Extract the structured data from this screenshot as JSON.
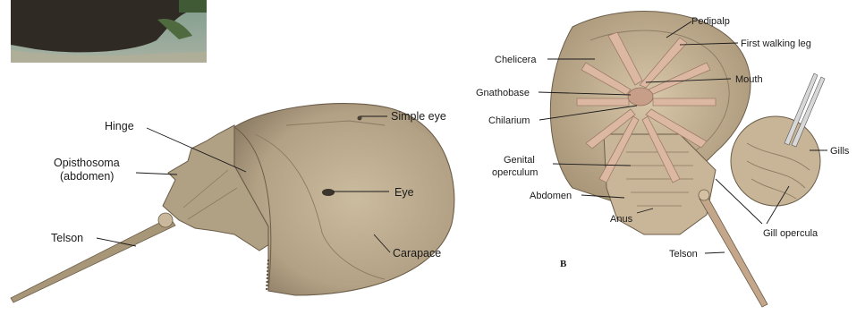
{
  "dorsal": {
    "labels": {
      "hinge": "Hinge",
      "simple_eye": "Simple eye",
      "opisthosoma_1": "Opisthosoma",
      "opisthosoma_2": "(abdomen)",
      "eye": "Eye",
      "telson": "Telson",
      "carapace": "Carapace"
    }
  },
  "ventral": {
    "panel_letter": "B",
    "labels": {
      "pedipalp": "Pedipalp",
      "chelicera": "Chelicera",
      "first_walking_leg": "First walking leg",
      "mouth": "Mouth",
      "gnathobase": "Gnathobase",
      "chilarium": "Chilarium",
      "gills": "Gills",
      "genital_1": "Genital",
      "genital_2": "operculum",
      "abdomen": "Abdomen",
      "anus": "Anus",
      "gill_opercula": "Gill opercula",
      "telson": "Telson"
    }
  },
  "colors": {
    "shell": "#b9a78c",
    "shell_dark": "#8d7d66",
    "shell_light": "#d7c8ae",
    "legs": "#dcb8a2",
    "photo_water": "#8fa39a",
    "photo_dark": "#2f2b24"
  }
}
